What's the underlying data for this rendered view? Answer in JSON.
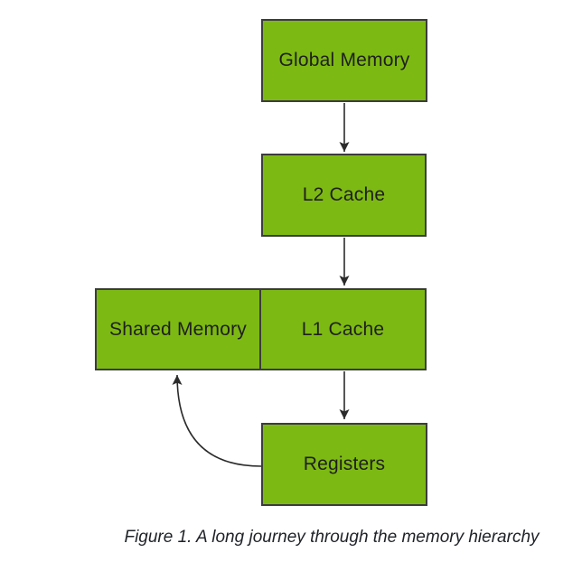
{
  "diagram": {
    "nodes": [
      {
        "id": "global-memory",
        "label": "Global Memory"
      },
      {
        "id": "l2-cache",
        "label": "L2 Cache"
      },
      {
        "id": "shared-memory",
        "label": "Shared Memory"
      },
      {
        "id": "l1-cache",
        "label": "L1 Cache"
      },
      {
        "id": "registers",
        "label": "Registers"
      }
    ],
    "edges": [
      {
        "from": "global-memory",
        "to": "l2-cache",
        "style": "straight-down"
      },
      {
        "from": "l2-cache",
        "to": "l1-cache",
        "style": "straight-down"
      },
      {
        "from": "l1-cache",
        "to": "registers",
        "style": "straight-down"
      },
      {
        "from": "registers",
        "to": "shared-memory",
        "style": "curved-left-up"
      }
    ]
  },
  "caption": "Figure 1. A long journey through the memory hierarchy",
  "colors": {
    "node_fill": "#7db913",
    "node_border": "#3c3c3c",
    "arrow": "#2b2b2b",
    "label_text": "#1f1f1f",
    "caption_text": "#1e2227",
    "background": "#ffffff"
  }
}
